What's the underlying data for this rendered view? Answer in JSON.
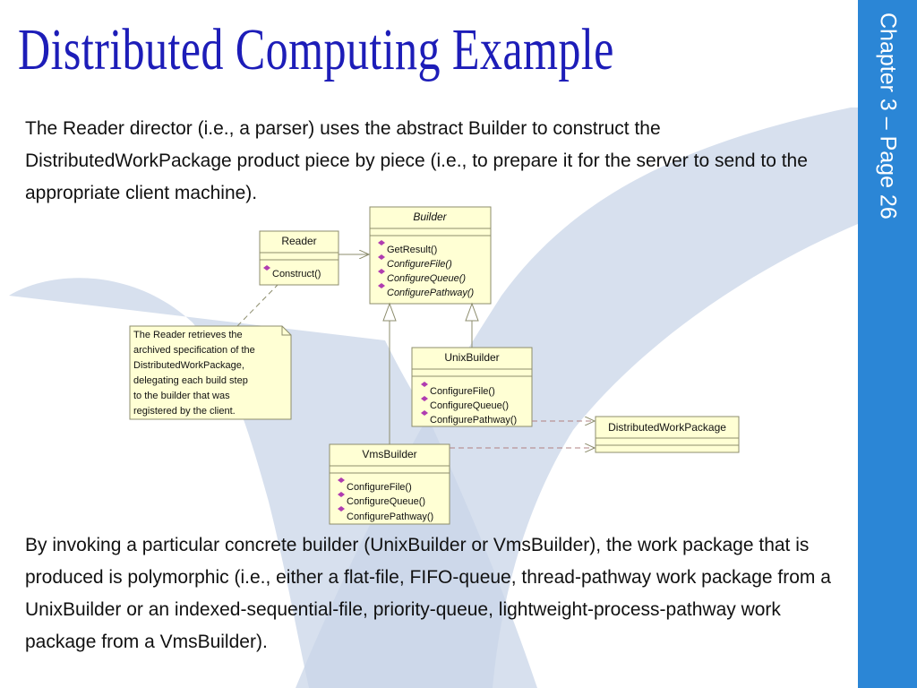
{
  "slide": {
    "title": "Distributed Computing Example",
    "intro": "The Reader director (i.e., a parser) uses the abstract Builder to construct the DistributedWorkPackage product piece by piece (i.e., to prepare it for the server to send to the appropriate client machine).",
    "conclusion": "By invoking a particular concrete builder (UnixBuilder or VmsBuilder), the work package that is produced is polymorphic (i.e., either a flat-file, FIFO-queue, thread-pathway work package from a UnixBuilder or an indexed-sequential-file, priority-queue, lightweight-process-pathway work package from a VmsBuilder).",
    "sidebar_label": "Chapter 3 – Page 26",
    "colors": {
      "title": "#1d1db8",
      "sidebar": "#2b86d6",
      "uml_fill": "#ffffd4",
      "method_icon": "#b03cb0"
    }
  },
  "diagram": {
    "reader": {
      "name": "Reader",
      "methods": [
        "Construct()"
      ]
    },
    "builder": {
      "name": "Builder",
      "methods": [
        "GetResult()",
        "ConfigureFile()",
        "ConfigureQueue()",
        "ConfigurePathway()"
      ]
    },
    "unix_builder": {
      "name": "UnixBuilder",
      "methods": [
        "ConfigureFile()",
        "ConfigureQueue()",
        "ConfigurePathway()"
      ]
    },
    "vms_builder": {
      "name": "VmsBuilder",
      "methods": [
        "ConfigureFile()",
        "ConfigureQueue()",
        "ConfigurePathway()"
      ]
    },
    "product": {
      "name": "DistributedWorkPackage"
    },
    "note": [
      "The Reader retrieves the",
      "archived specification of the",
      "DistributedWorkPackage,",
      "delegating each build step",
      "to the builder that was",
      "registered by the client."
    ]
  }
}
